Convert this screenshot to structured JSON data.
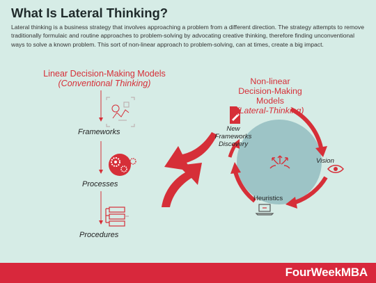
{
  "page": {
    "title": "What Is Lateral Thinking?",
    "intro": "Lateral thinking is a business strategy that involves approaching a problem from a different direction. The strategy attempts to remove traditionally formulaic and routine approaches to problem-solving by advocating creative thinking, therefore finding unconventional ways to solve a known problem. This sort of non-linear approach to problem-solving, can at times, create a big impact."
  },
  "linear": {
    "heading_line1": "Linear Decision-Making Models",
    "heading_line2": "(Conventional Thinking)",
    "steps": [
      "Frameworks",
      "Processes",
      "Procedures"
    ]
  },
  "nonlinear": {
    "heading_line1": "Non-linear",
    "heading_line2": "Decision-Making",
    "heading_line3": "Models",
    "heading_line4": "(Lateral-Thinking)",
    "new_frameworks_line1": "New",
    "new_frameworks_line2": "Frameworks",
    "new_frameworks_line3": "Discovery",
    "vision": "Vision",
    "heuristics": "Heuristics"
  },
  "footer": {
    "brand": "FourWeekMBA"
  },
  "colors": {
    "accent": "#d62f38",
    "background": "#d6ece6",
    "circle": "#9dc4c6",
    "footer": "#d8283c"
  },
  "icons": [
    "framework-icon",
    "gears-icon",
    "flowchart-icon",
    "document-pen-icon",
    "diverging-arrows-icon",
    "eye-icon",
    "laptop-icon"
  ]
}
